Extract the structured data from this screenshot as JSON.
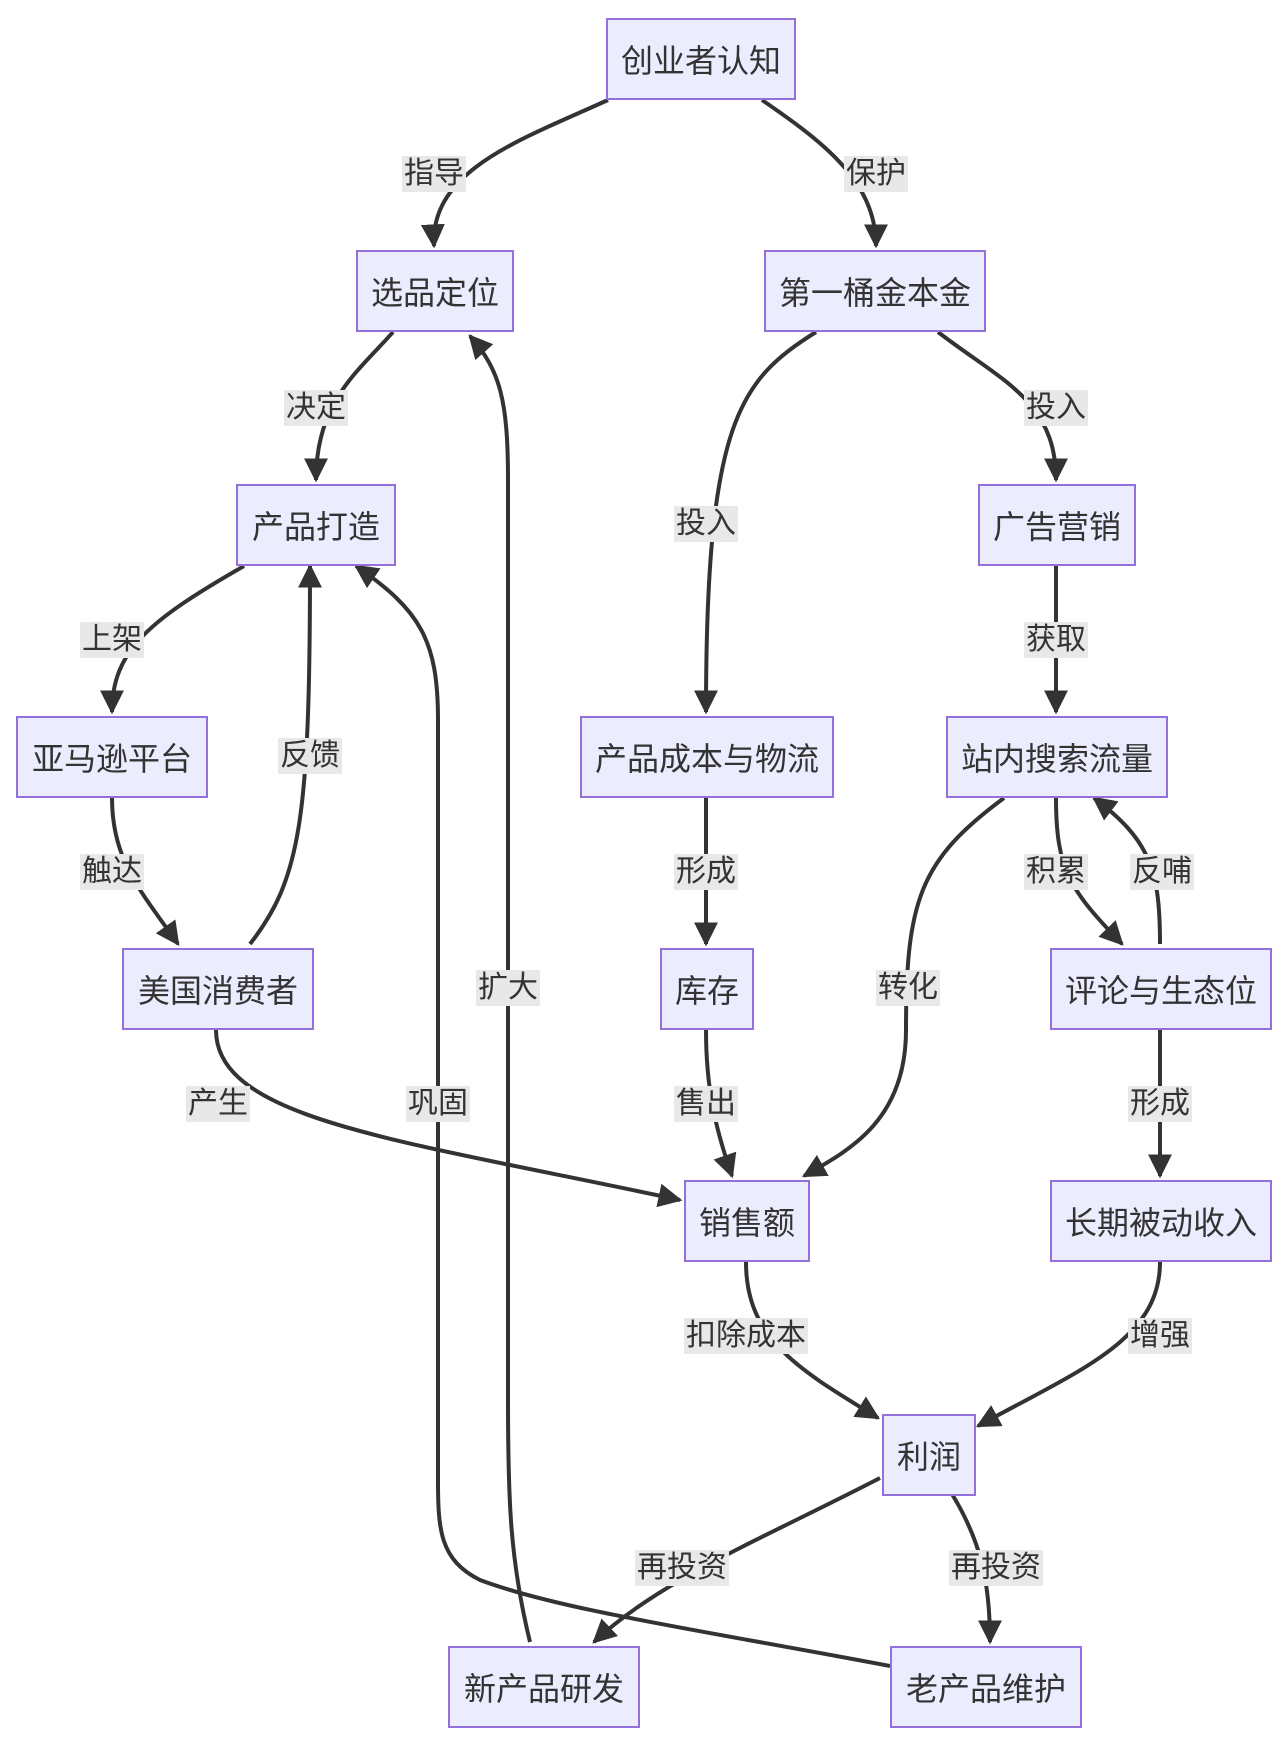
{
  "nodes": {
    "n1": "创业者认知",
    "n2": "选品定位",
    "n3": "第一桶金本金",
    "n4": "产品打造",
    "n5": "广告营销",
    "n6": "亚马逊平台",
    "n7": "产品成本与物流",
    "n8": "站内搜索流量",
    "n9": "美国消费者",
    "n10": "库存",
    "n11": "评论与生态位",
    "n12": "销售额",
    "n13": "长期被动收入",
    "n14": "利润",
    "n15": "新产品研发",
    "n16": "老产品维护"
  },
  "edges": {
    "e1": "指导",
    "e2": "保护",
    "e3": "决定",
    "e4": "投入",
    "e5": "投入",
    "e6": "上架",
    "e7": "反馈",
    "e8": "获取",
    "e9": "触达",
    "e10": "形成",
    "e11": "积累",
    "e12": "反哺",
    "e13": "转化",
    "e14": "产生",
    "e15": "售出",
    "e16": "形成",
    "e17": "扣除成本",
    "e18": "增强",
    "e19": "再投资",
    "e20": "再投资",
    "e21": "扩大",
    "e22": "巩固"
  },
  "colors": {
    "node_fill": "#ECECFF",
    "node_border": "#9370DB",
    "edge": "#333333",
    "label_bg": "#E8E8E8",
    "text": "#333333"
  }
}
